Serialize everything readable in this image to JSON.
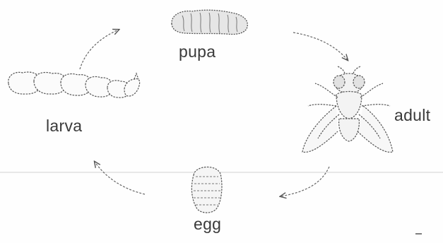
{
  "labels": {
    "pupa": "pupa",
    "larva": "larva",
    "adult": "adult",
    "egg": "egg"
  },
  "colors": {
    "ink": "#3a3a3a",
    "faint_line": "#d4d4d4"
  }
}
